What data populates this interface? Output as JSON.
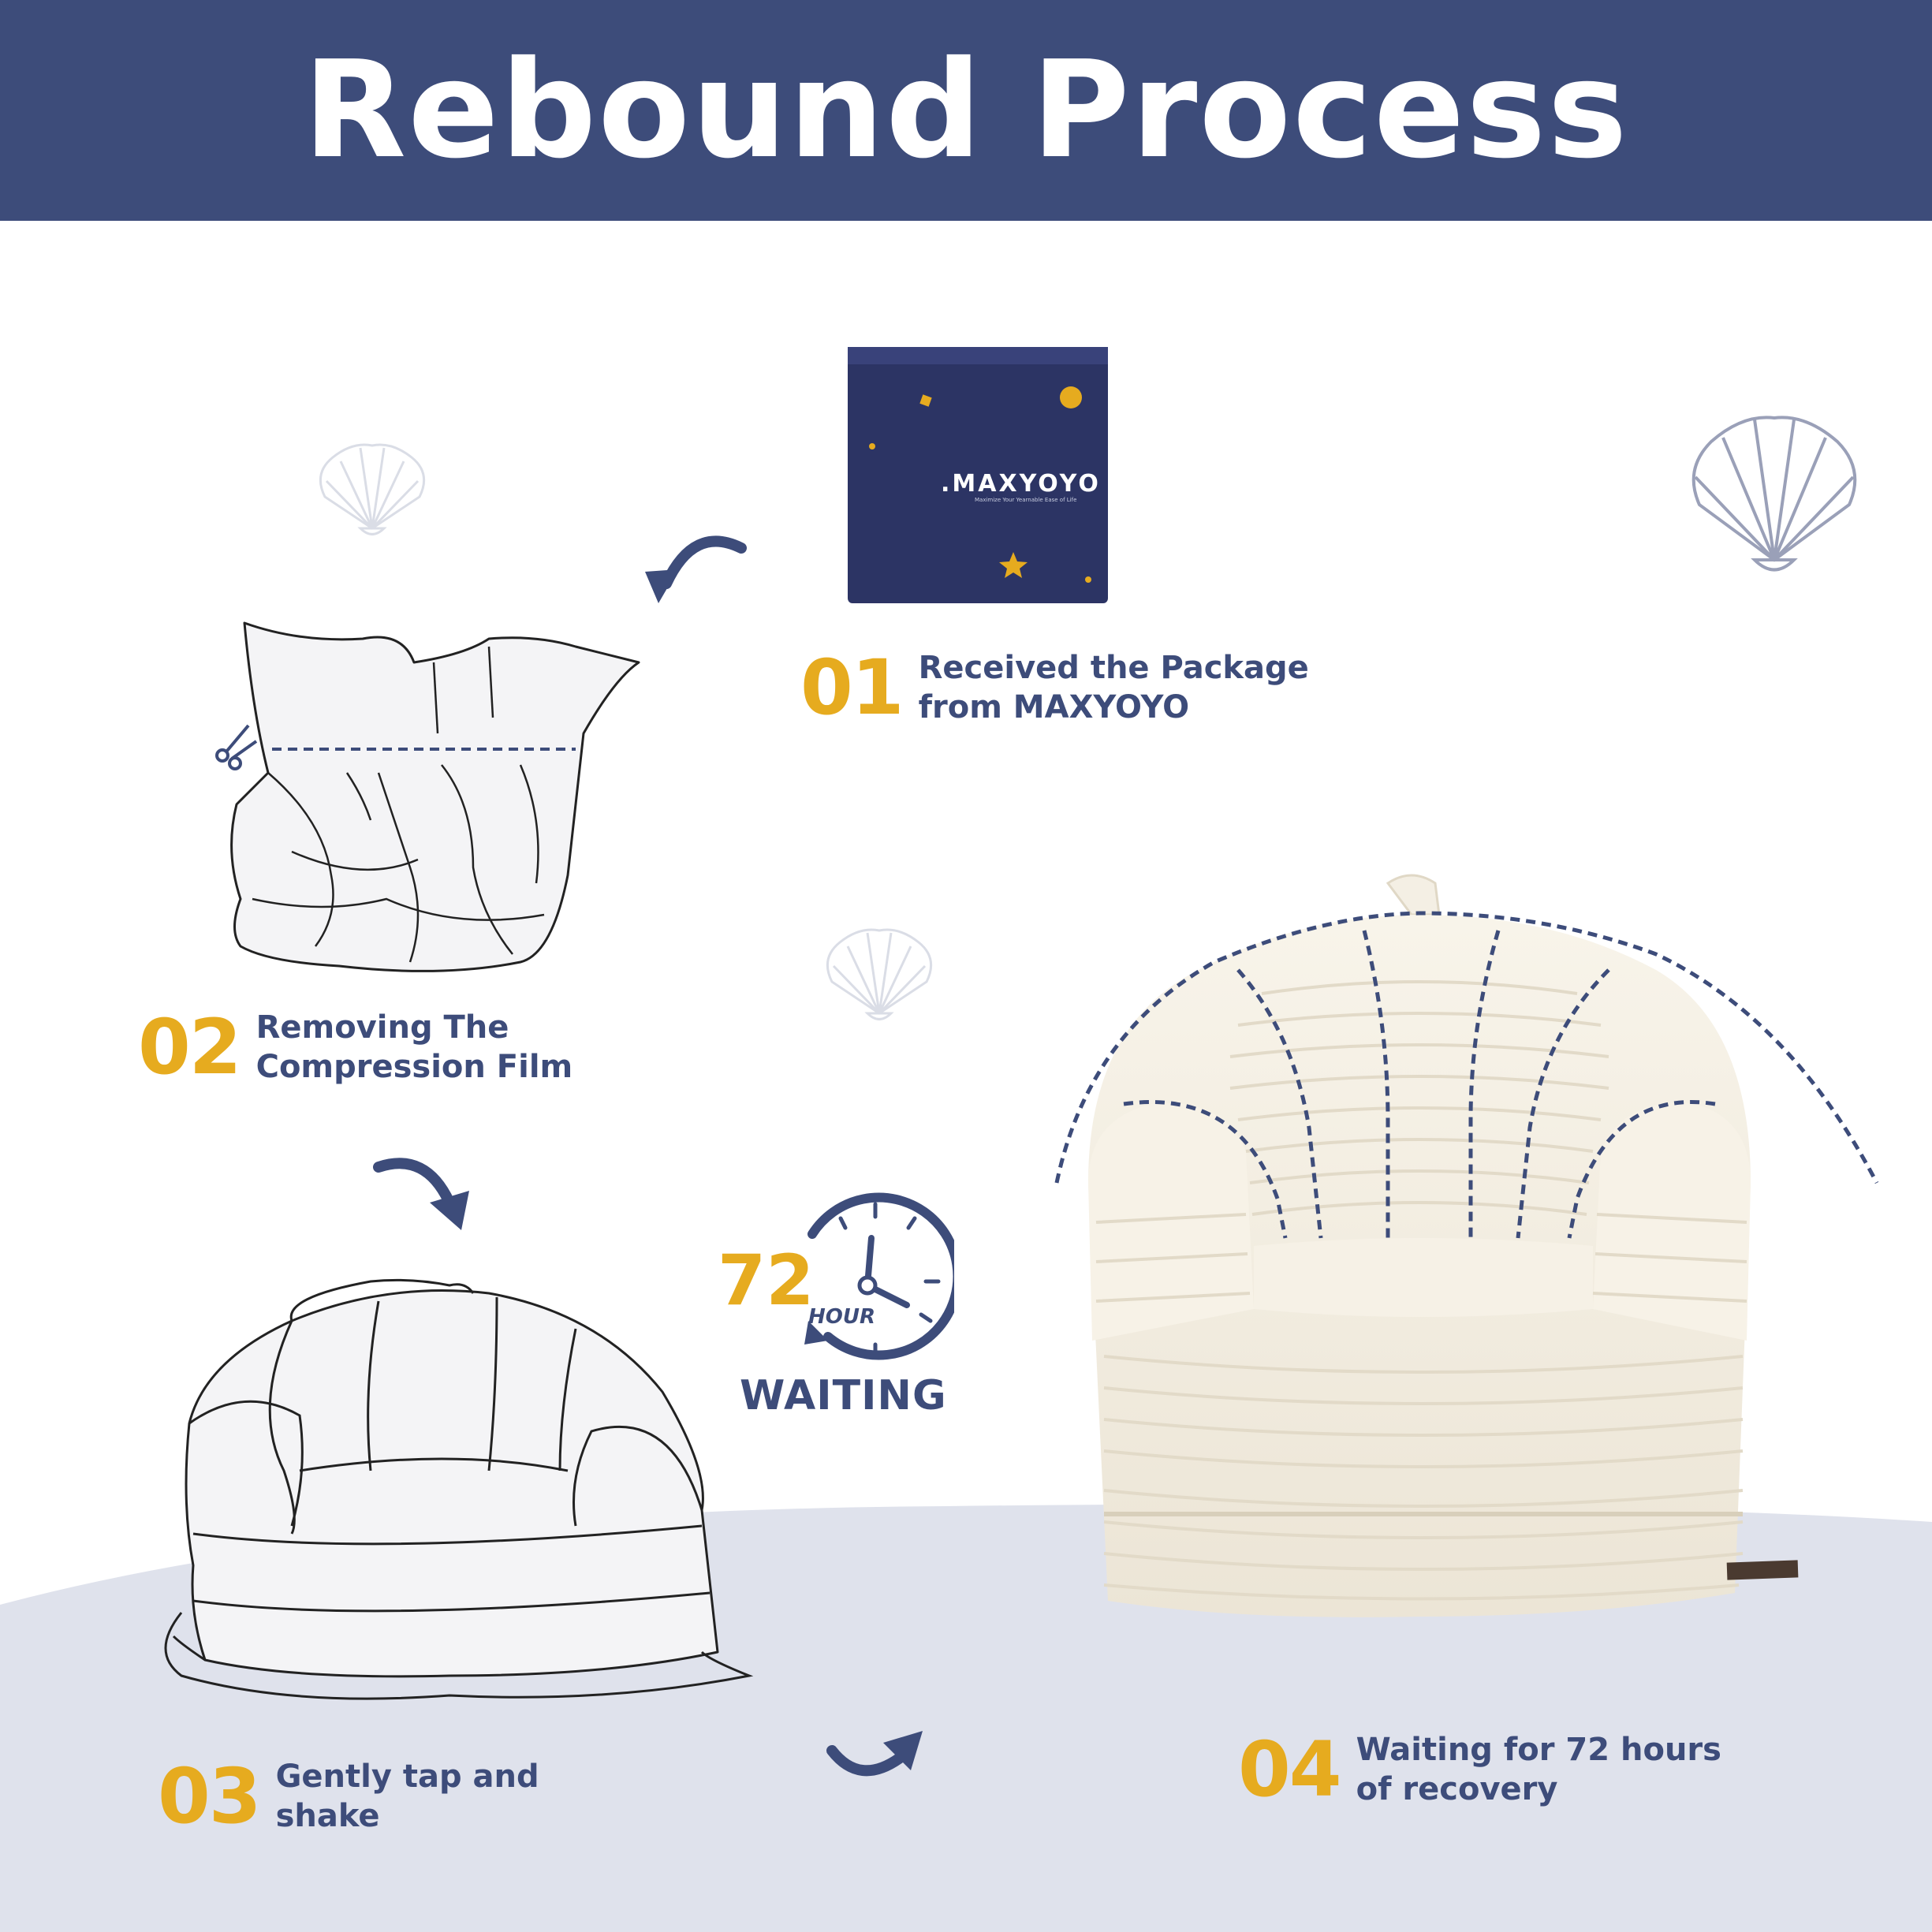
{
  "header": {
    "title": "Rebound Process"
  },
  "package": {
    "brand": ".MAXYOYO",
    "tagline": "Maximize Your Yearnable Ease of Life"
  },
  "steps": [
    {
      "number": "01",
      "line1": "Received the Package",
      "line2": "from MAXYOYO"
    },
    {
      "number": "02",
      "line1": "Removing The",
      "line2": "Compression Film"
    },
    {
      "number": "03",
      "line1": "Gently tap and",
      "line2": "shake"
    },
    {
      "number": "04",
      "line1": "Waiting for 72 hours",
      "line2": "of recovery"
    }
  ],
  "timer": {
    "hours": "72",
    "unit": "HOUR",
    "label": "WAITING"
  },
  "colors": {
    "navy": "#3d4c7a",
    "gold": "#e6ab1f",
    "floor": "#dfe2ec",
    "cream": "#f4efe4"
  }
}
